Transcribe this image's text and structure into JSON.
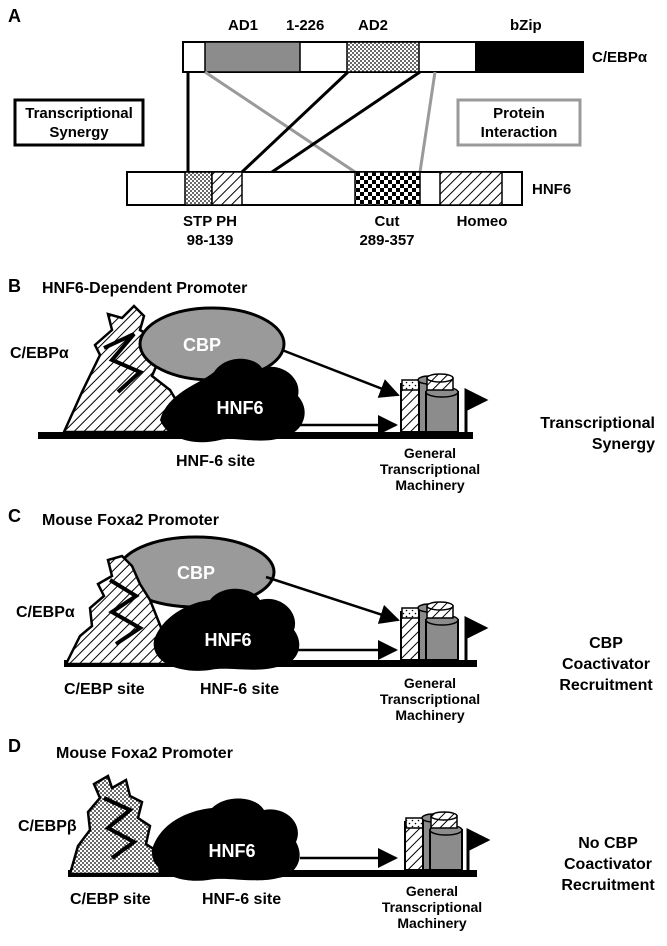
{
  "panel_a": {
    "letter": "A",
    "cebpa": {
      "ad1": "AD1",
      "range": "1-226",
      "ad2": "AD2",
      "bzip": "bZip",
      "name": "C/EBPα"
    },
    "box_synergy": [
      "Transcriptional",
      "Synergy"
    ],
    "box_interaction": [
      "Protein",
      "Interaction"
    ],
    "hnf6": {
      "name": "HNF6",
      "stp_ph": "STP PH",
      "stp_range": "98-139",
      "cut": "Cut",
      "cut_range": "289-357",
      "homeo": "Homeo"
    },
    "colors": {
      "synergy_line": "#000000",
      "interaction_line": "#9a9a9a",
      "ad1_fill": "#8c8c8c",
      "bzip_fill": "#000000"
    }
  },
  "panel_b": {
    "letter": "B",
    "title": "HNF6-Dependent Promoter",
    "factor": "C/EBPα",
    "cbp": "CBP",
    "hnf6": "HNF6",
    "site_label": "HNF-6 site",
    "machinery": [
      "General",
      "Transcriptional",
      "Machinery"
    ],
    "outcome": [
      "Transcriptional",
      "Synergy"
    ]
  },
  "panel_c": {
    "letter": "C",
    "title": "Mouse  Foxa2 Promoter",
    "factor": "C/EBPα",
    "cbp": "CBP",
    "hnf6": "HNF6",
    "site_cebp": "C/EBP site",
    "site_hnf6": "HNF-6 site",
    "machinery": [
      "General",
      "Transcriptional",
      "Machinery"
    ],
    "outcome": [
      "CBP",
      "Coactivator",
      "Recruitment"
    ]
  },
  "panel_d": {
    "letter": "D",
    "title": "Mouse  Foxa2 Promoter",
    "factor": "C/EBPβ",
    "hnf6": "HNF6",
    "site_cebp": "C/EBP site",
    "site_hnf6": "HNF-6 site",
    "machinery": [
      "General",
      "Transcriptional",
      "Machinery"
    ],
    "outcome": [
      "No CBP",
      "Coactivator",
      "Recruitment"
    ]
  }
}
